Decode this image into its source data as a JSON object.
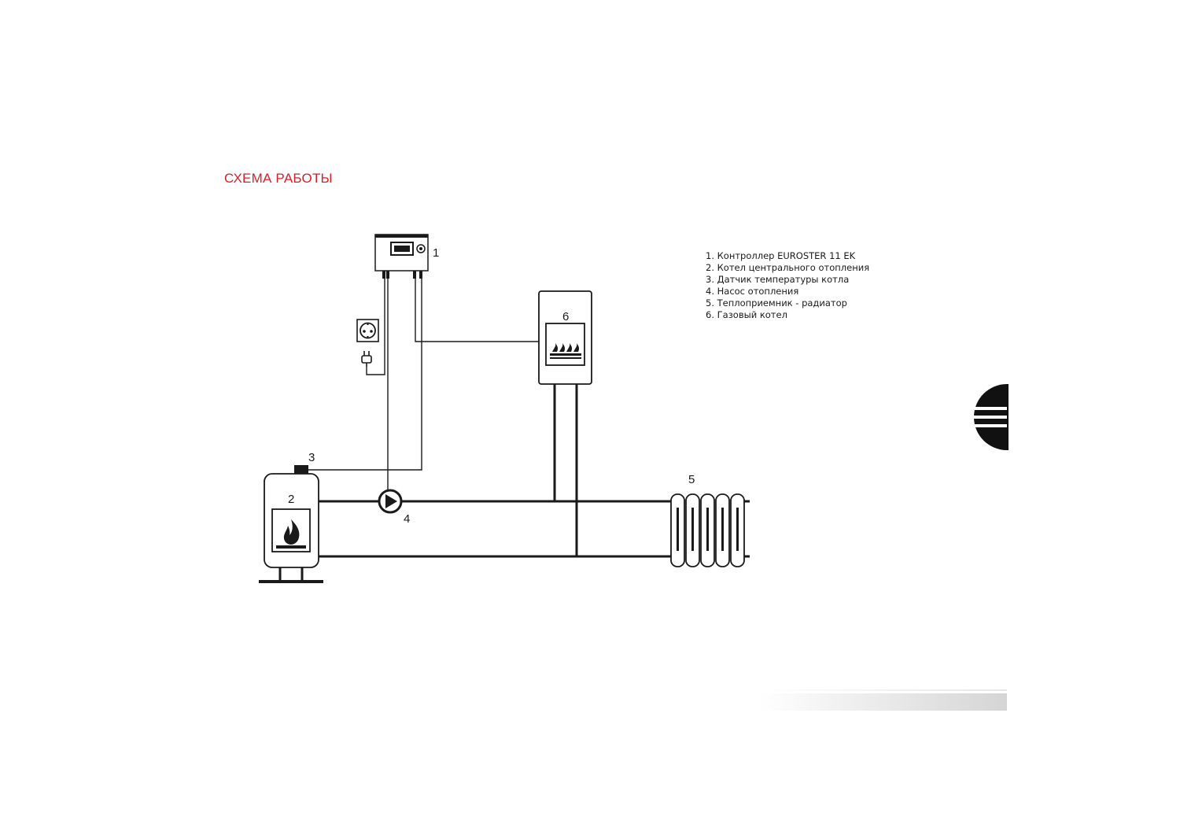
{
  "page": {
    "title": "СХЕМА РАБОТЫ",
    "accent_color": "#d6202a"
  },
  "legend": [
    "1. Контроллер EUROSTER 11 EK",
    "2. Котел центрального отопления",
    "3. Датчик температуры котла",
    "4. Насос отопления",
    "5. Теплоприемник - радиатор",
    "6. Газовый котел"
  ],
  "diagram": {
    "labels": {
      "controller": "1",
      "ch_boiler": "2",
      "temp_sensor": "3",
      "pump": "4",
      "radiator": "5",
      "gas_boiler": "6"
    },
    "icons": {
      "controller": "controller-icon",
      "socket": "power-socket-icon",
      "plug": "power-plug-icon",
      "ch_boiler": "solid-fuel-boiler-icon",
      "flame": "flame-icon",
      "gas_boiler": "gas-boiler-icon",
      "burner": "gas-burner-icon",
      "pump": "circulation-pump-icon",
      "radiator": "radiator-icon"
    }
  }
}
